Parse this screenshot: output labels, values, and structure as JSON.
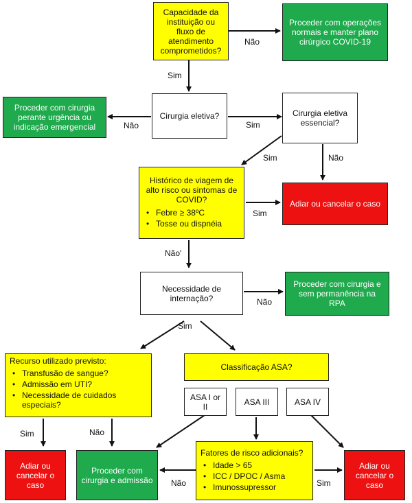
{
  "nodes": {
    "capacity_q": "Capacidade da instituição ou fluxo de atendimento comprometidos?",
    "proceed_normal": "Proceder com operações normais e manter plano cirúrgico COVID-19",
    "elective_q": "Cirurgia eletiva?",
    "proceed_urgent": "Proceder com cirurgia perante urgência ou indicação emergencial",
    "essential_q": "Cirurgia eletiva essencial?",
    "travel_q": "Histórico de viagem de alto risco ou sintomas de COVID?",
    "travel_items": [
      "Febre ≥ 38ºC",
      "Tosse ou dispnéia"
    ],
    "postpone_1": "Adiar ou cancelar o caso",
    "hospitalization_q": "Necessidade de internação?",
    "proceed_no_stay": "Proceder com cirurgia e sem permanência na RPA",
    "resources_title": "Recurso utilizado previsto:",
    "resources_items": [
      "Transfusão de sangue?",
      "Admissão em UTI?",
      "Necessidade de cuidados especiais?"
    ],
    "asa_q": "Classificação ASA?",
    "asa_1_2": "ASA I or II",
    "asa_3": "ASA III",
    "asa_4": "ASA IV",
    "risk_title": "Fatores de risco adicionais?",
    "risk_items": [
      "Idade > 65",
      "ICC / DPOC / Asma",
      "Imunossupressor"
    ],
    "postpone_2": "Adiar ou cancelar o caso",
    "proceed_admission": "Proceder com cirurgia e admissão",
    "postpone_3": "Adiar ou cancelar o caso"
  },
  "labels": {
    "nao_1": "Não",
    "sim_1": "Sim",
    "nao_2": "Não",
    "sim_2": "Sim",
    "sim_3": "Sim",
    "nao_3": "Não",
    "sim_4": "Sim",
    "nao_4": "Não'",
    "nao_5": "Não",
    "sim_5": "Sim",
    "sim_6": "Sim",
    "nao_6": "Não",
    "nao_7": "Não",
    "sim_7": "Sim"
  },
  "colors": {
    "yellow": "#ffff00",
    "green": "#1faa4d",
    "red": "#ee1111"
  }
}
